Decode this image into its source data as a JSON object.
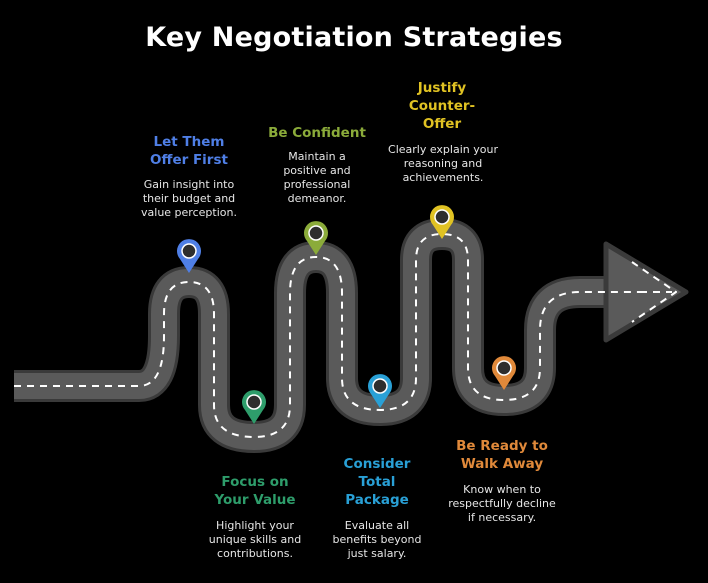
{
  "title": "Key Negotiation Strategies",
  "steps": [
    {
      "title": "Let Them Offer First",
      "desc": "Gain insight into their budget and value perception.",
      "color": "#4f7fe6"
    },
    {
      "title": "Focus on Your Value",
      "desc": "Highlight your unique skills and contributions.",
      "color": "#2e9d6b"
    },
    {
      "title": "Be Confident",
      "desc": "Maintain a positive and professional demeanor.",
      "color": "#8bab3a"
    },
    {
      "title": "Consider Total Package",
      "desc": "Evaluate all benefits beyond just salary.",
      "color": "#29a0d6"
    },
    {
      "title": "Justify Counter-Offer",
      "desc": "Clearly explain your reasoning and achievements.",
      "color": "#e0c223"
    },
    {
      "title": "Be Ready to Walk Away",
      "desc": "Know when to respectfully decline if necessary.",
      "color": "#e0893a"
    }
  ],
  "colors": {
    "road": "#595959",
    "road_edge": "#3a3a3a",
    "dash": "#ffffff",
    "background": "#000000"
  },
  "icons": {
    "marker": "map-pin-icon",
    "arrow": "arrow-head-icon"
  }
}
